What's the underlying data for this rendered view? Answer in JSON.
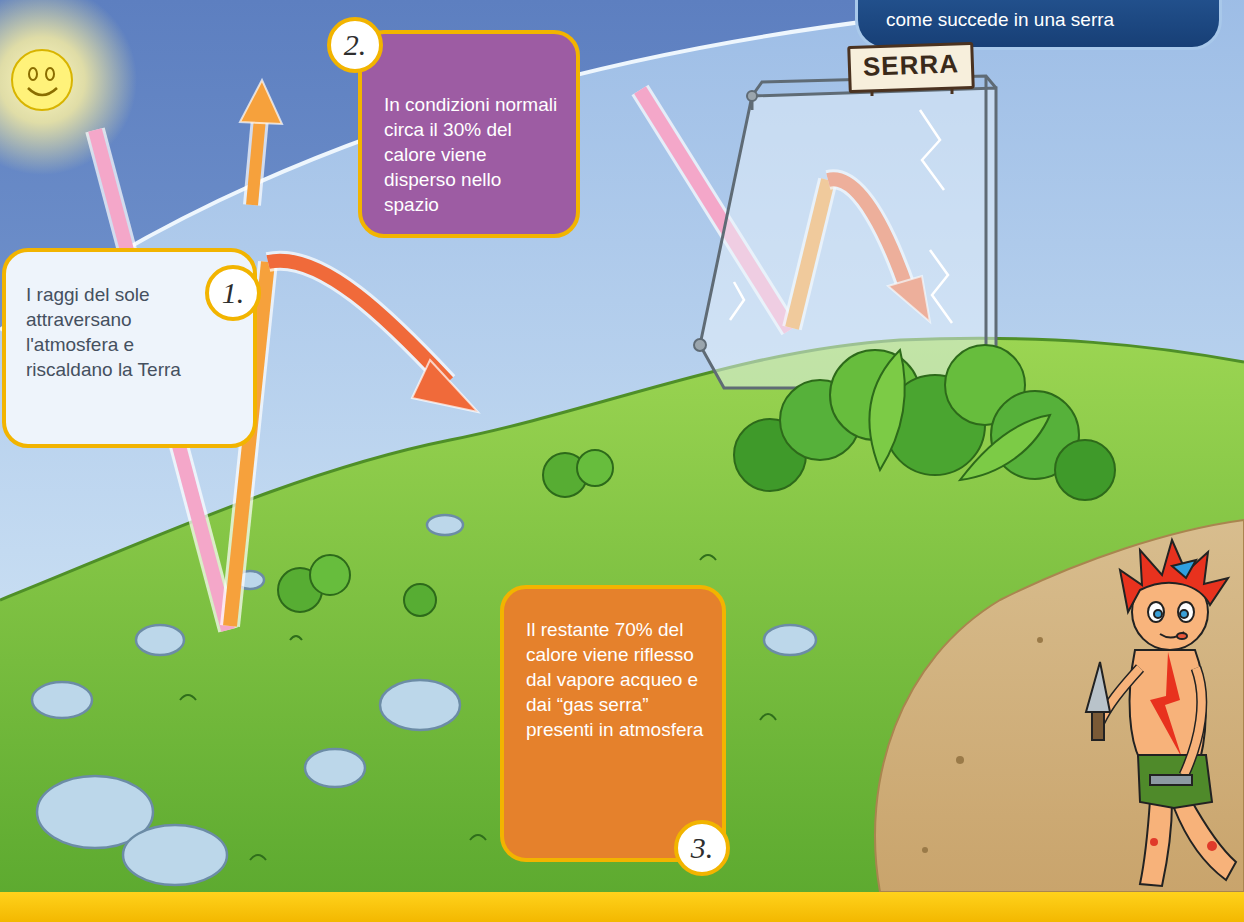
{
  "diagram": {
    "nodes": [
      {
        "text": [
          "come succede in una serra"
        ]
      },
      {
        "text": [
          "SERRA"
        ]
      },
      {
        "text": [
          "1.",
          "I raggi del sole attraversano l'atmosfera e riscaldano la Terra"
        ]
      },
      {
        "text": [
          "2.",
          "In condizioni normali circa il 30% del calore viene disperso nello spazio"
        ]
      },
      {
        "text": [
          "3.",
          "Il restante 70% del calore viene riflesso dal vapore acqueo e dai “gas serra” presenti in atmosfera"
        ]
      }
    ]
  }
}
